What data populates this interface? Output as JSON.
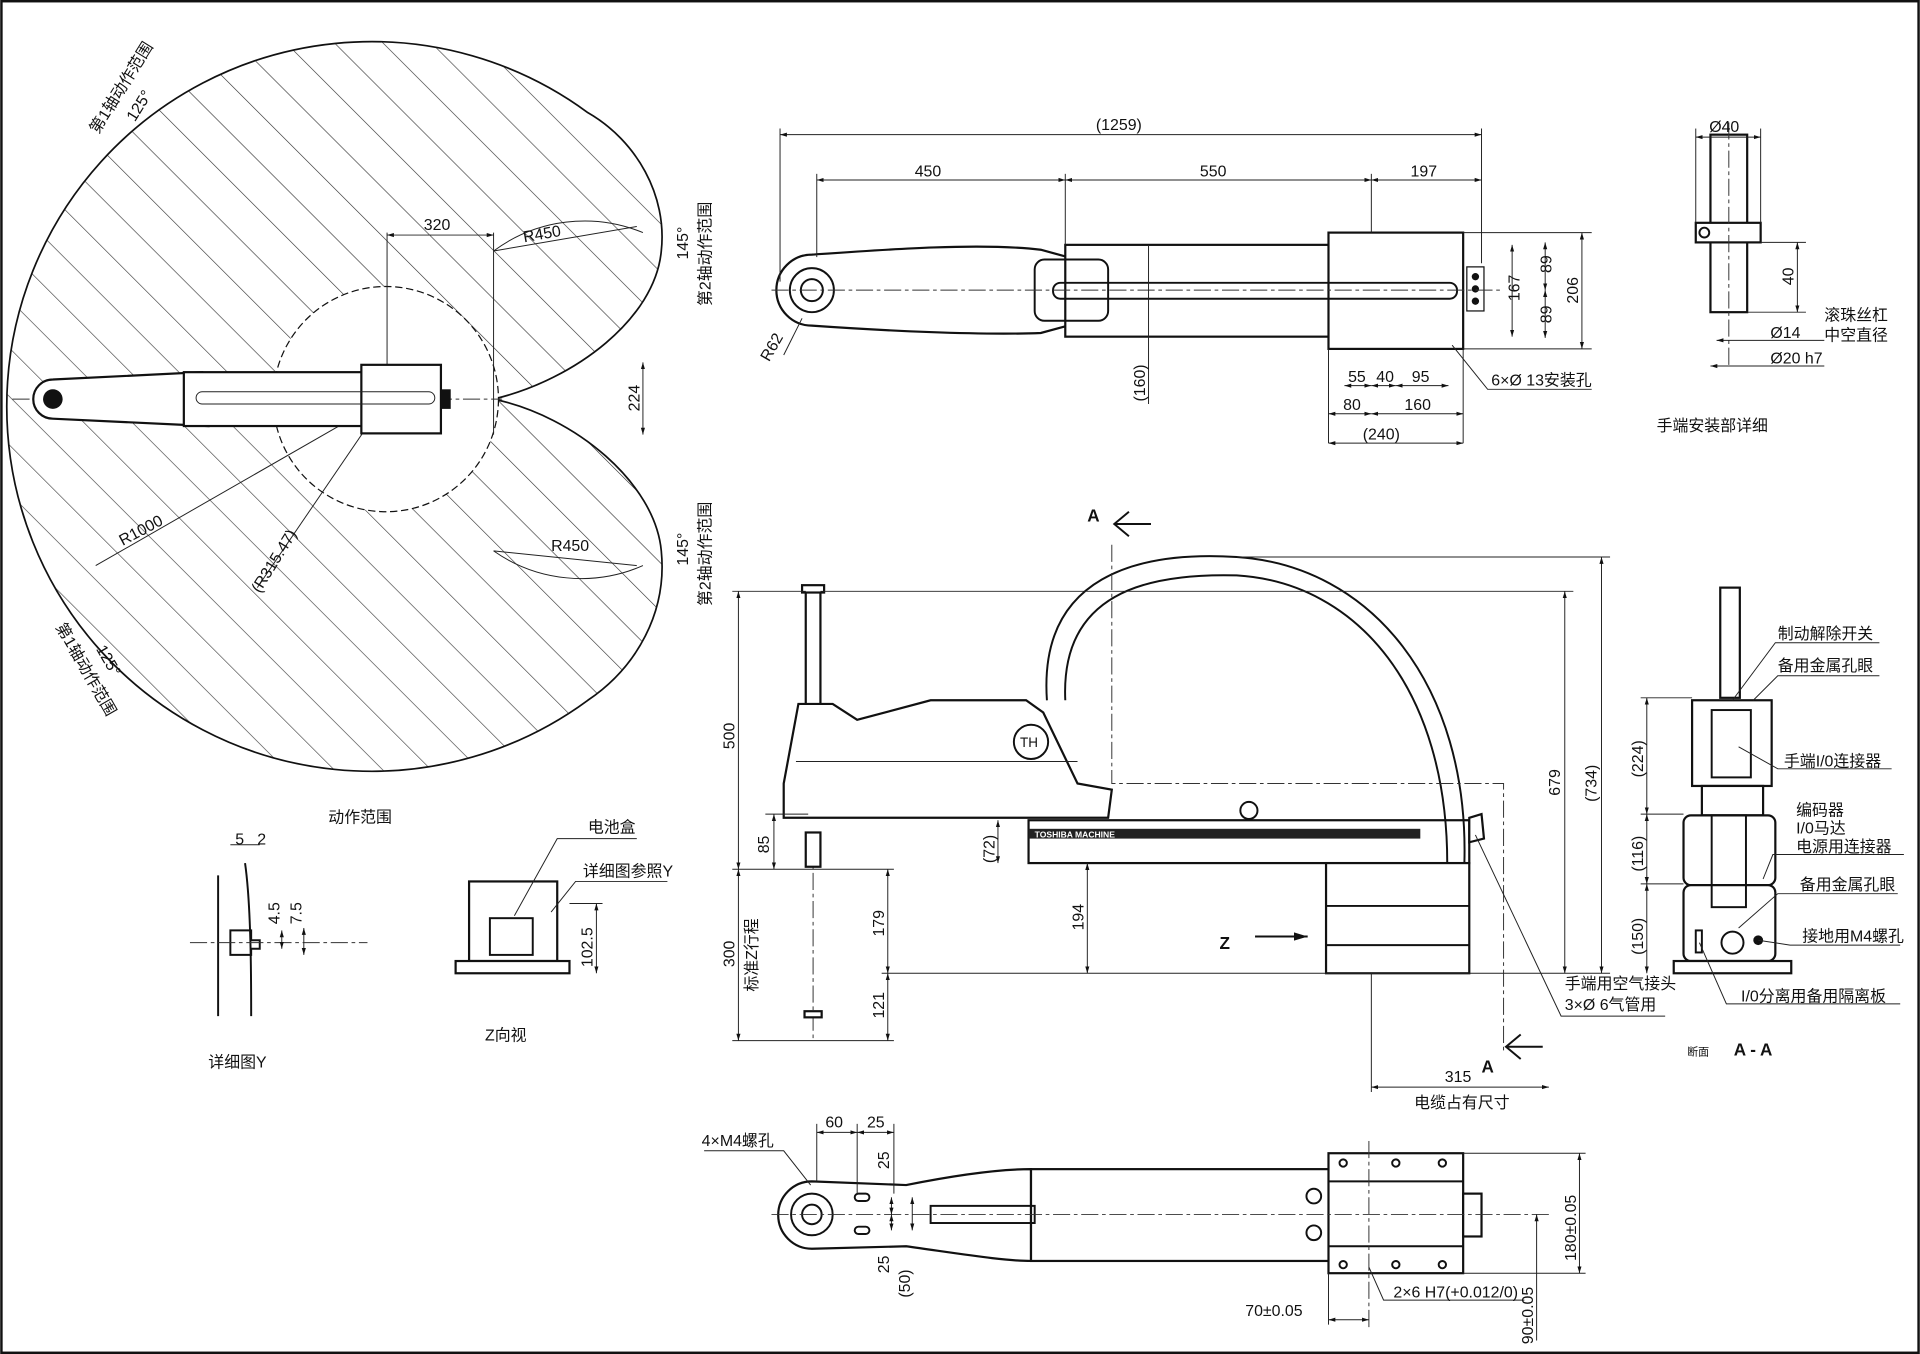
{
  "range_view": {
    "axis1_range": "第1轴动作范围",
    "axis1_angle": "125°",
    "axis1_range_b": "第1轴动作范围",
    "axis1_angle_b": "125°",
    "axis2_range": "第2轴动作范围",
    "axis2_angle": "145°",
    "axis2_range_b": "第2轴动作范围",
    "axis2_angle_b": "145°",
    "dim_320": "320",
    "r450_top": "R450",
    "r450_bottom": "R450",
    "dim_224": "224",
    "r1000": "R1000",
    "r315": "(R315.47)",
    "title": "动作范围"
  },
  "top_view": {
    "dim_total": "(1259)",
    "dim_450": "450",
    "dim_550": "550",
    "dim_197": "197",
    "r62": "R62",
    "dim_160p": "(160)",
    "dim_55": "55",
    "dim_40": "40",
    "dim_95": "95",
    "dim_80": "80",
    "dim_160": "160",
    "dim_240p": "(240)",
    "dim_89a": "89",
    "dim_167": "167",
    "dim_89b": "89",
    "dim_206": "206",
    "mount_holes": "6×Ø 13安装孔"
  },
  "end_detail": {
    "dia40": "Ø40",
    "dim_40": "40",
    "ball_screw": "滚珠丝杠",
    "hollow_dia": "中空直径",
    "dia14": "Ø14",
    "dia20": "Ø20 h7",
    "title": "手端安装部详细"
  },
  "detail_y": {
    "dim_5": "5",
    "dim_2": "2",
    "dim_4_5": "4.5",
    "dim_7_5": "7.5",
    "title": "详细图Y"
  },
  "z_view": {
    "battery_box": "电池盒",
    "see_detail_y": "详细图参照Y",
    "dim_102_5": "102.5",
    "title": "Z向视"
  },
  "side_view": {
    "a_top": "A",
    "a_bottom": "A",
    "z_label": "Z",
    "dim_500": "500",
    "dim_85": "85",
    "dim_72p": "(72)",
    "dim_194": "194",
    "dim_300": "300",
    "z_stroke": "标准Z行程",
    "dim_179": "179",
    "dim_121": "121",
    "dim_679": "679",
    "dim_734p": "(734)",
    "dim_315": "315",
    "cable_space": "电缆占有尺寸",
    "air_joint": "手端用空气接头",
    "air_tube": "3×Ø 6气管用",
    "logo": "TOSHIBA MACHINE",
    "badge": "TH"
  },
  "section_aa": {
    "brake_switch": "制动解除开关",
    "spare_eyelet_top": "备用金属孔眼",
    "hand_io": "手端I/0连接器",
    "encoder": "编码器",
    "io_motor": "I/0马达",
    "power_connector": "电源用连接器",
    "spare_eyelet_bottom": "备用金属孔眼",
    "ground_m4": "接地用M4螺孔",
    "io_separator": "I/0分离用备用隔离板",
    "dim_224p": "(224)",
    "dim_116p": "(116)",
    "dim_150p": "(150)",
    "section_word": "断面",
    "title": "A - A"
  },
  "bottom_view": {
    "m4_holes": "4×M4螺孔",
    "dim_60": "60",
    "dim_25a": "25",
    "dim_25b": "25",
    "dim_25c": "25",
    "dim_50p": "(50)",
    "dim_180": "180±0.05",
    "dim_90": "90±0.05",
    "dim_70": "70±0.05",
    "pin_holes": "2×6 H7(+0.012/0)"
  }
}
